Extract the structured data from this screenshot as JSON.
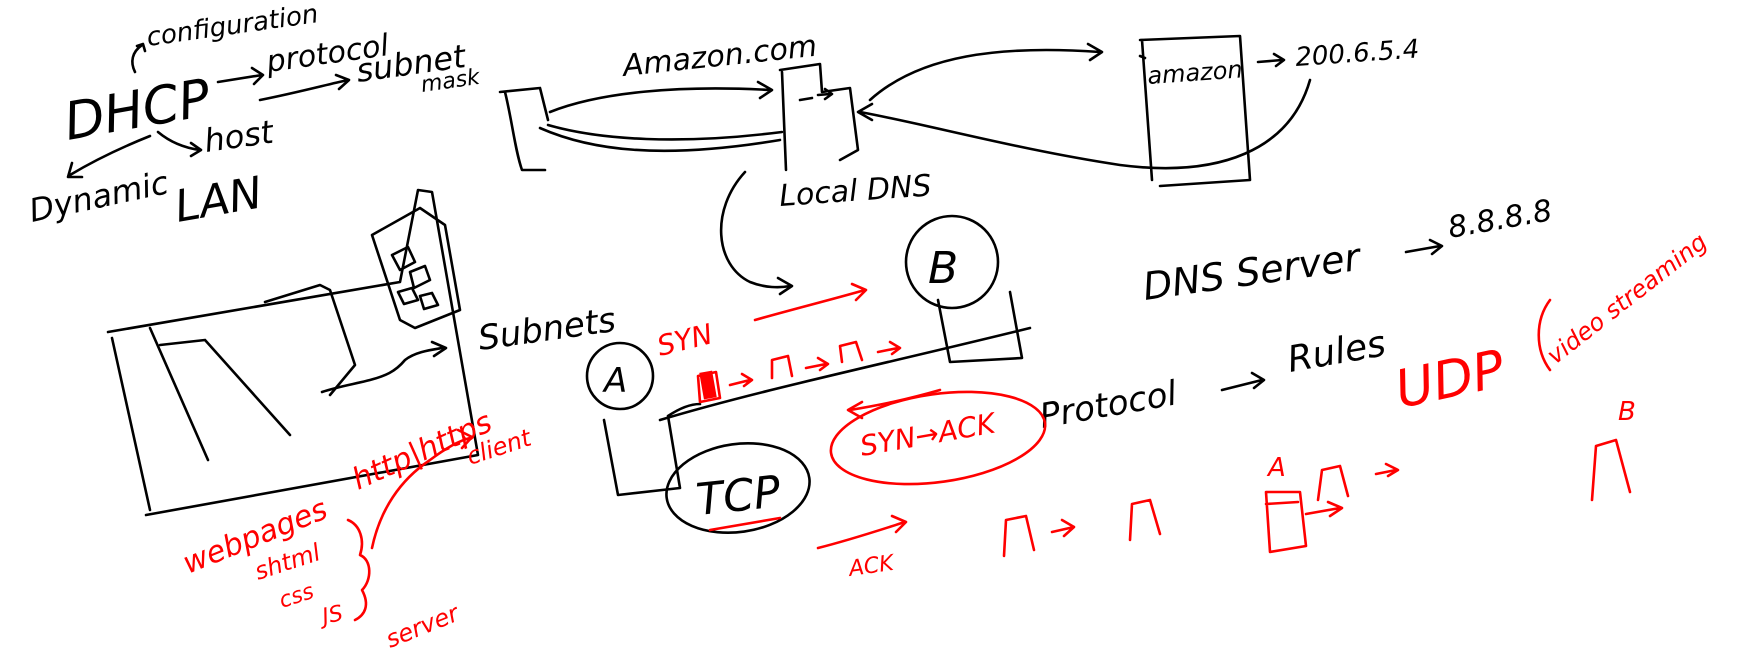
{
  "colors": {
    "ink": "#000000",
    "accent": "#ff0000",
    "background": "#ffffff"
  },
  "labels": {
    "configuration": "configuration",
    "protocol_top": "protocol",
    "subnet_mask_1": "subnet",
    "subnet_mask_2": "mask",
    "dhcp": "DHCP",
    "host": "host",
    "dynamic": "Dynamic",
    "lan": "LAN",
    "subnets": "Subnets",
    "amazon_com": "Amazon.com",
    "local_dns": "Local DNS",
    "amazon_box": "amazon",
    "ip_address": "200.6.5.4",
    "dns_server": "DNS Server",
    "dns_ip": "8.8.8.8",
    "node_b": "B",
    "node_a": "A",
    "syn": "SYN",
    "syn_ack": "SYN→ACK",
    "protocol_rules": "Protocol",
    "rules": "Rules",
    "tcp": "TCP",
    "ack": "ACK",
    "udp": "UDP",
    "video_streaming": "video streaming",
    "udp_a": "A",
    "udp_b": "B",
    "http_https": "http|https",
    "client": "client",
    "webpages": "webpages",
    "shtml": "shtml",
    "css": "css",
    "js": "JS",
    "server": "server"
  }
}
